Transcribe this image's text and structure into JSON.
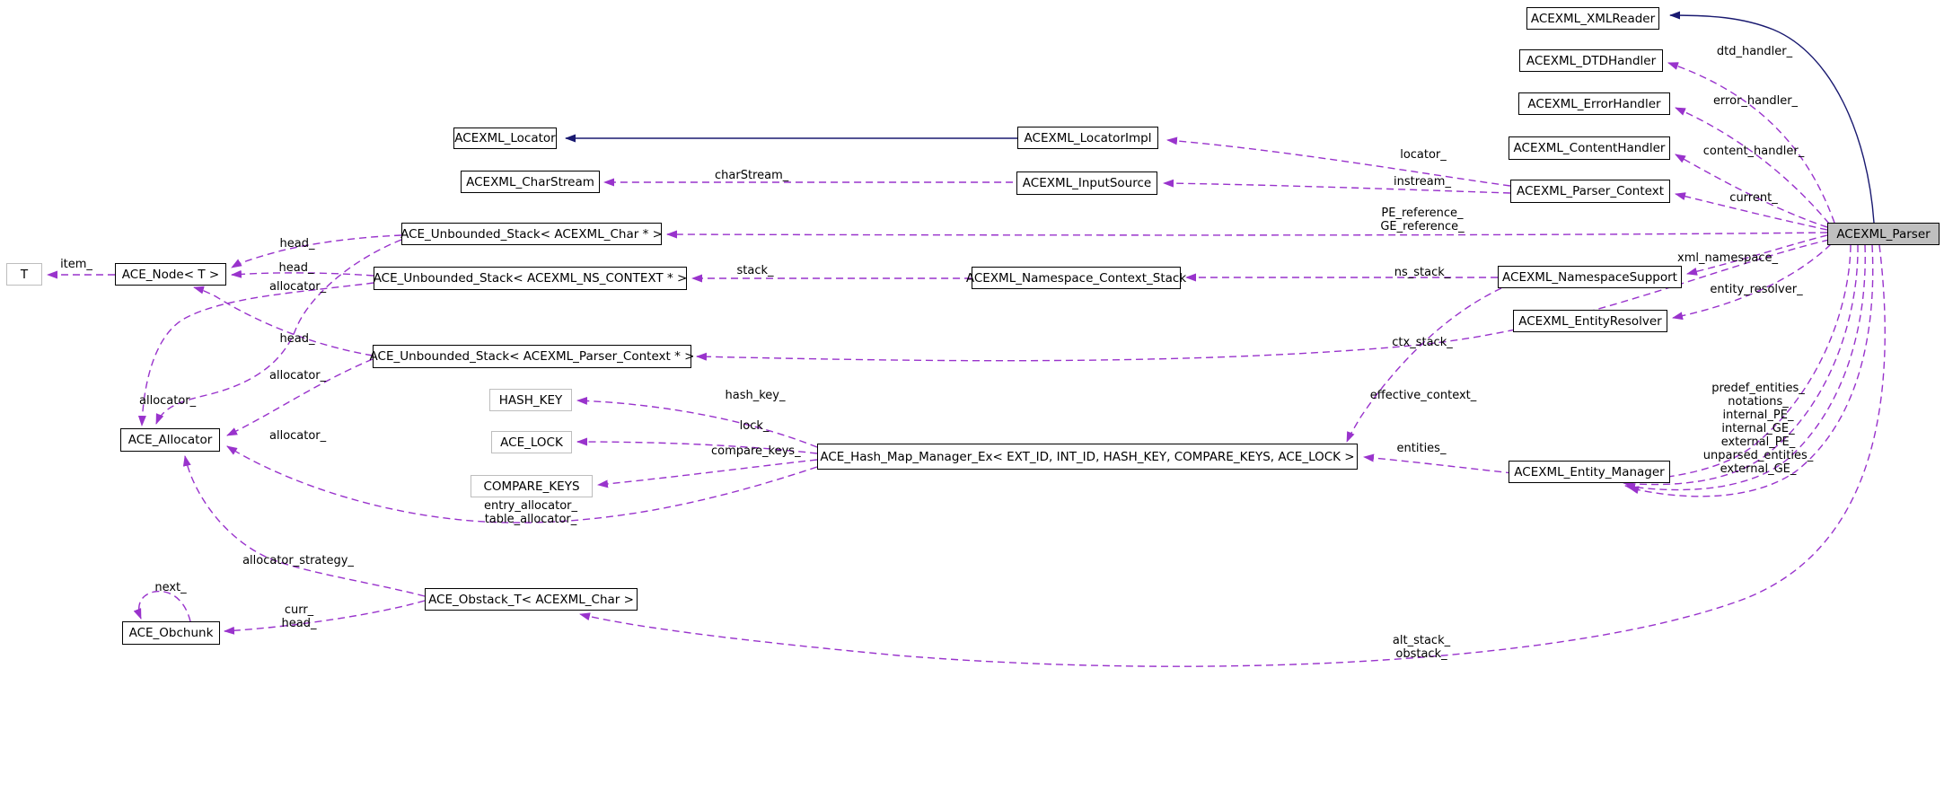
{
  "diagram": {
    "type": "doxygen-collaboration-graph",
    "selected_node": "ACEXML_Parser"
  },
  "colors": {
    "edge_dashed": "#9933cc",
    "edge_solid": "#191970",
    "node_border": "#000000",
    "template_param_border": "#bdbdbd",
    "selected_fill": "#bfbfbf",
    "background": "#ffffff"
  },
  "nodes": {
    "t_param": "T",
    "ace_node": "ACE_Node< T >",
    "ace_allocator": "ACE_Allocator",
    "ace_obchunk": "ACE_Obchunk",
    "ace_obstack": "ACE_Obstack_T< ACEXML_Char >",
    "locator": "ACEXML_Locator",
    "charstream": "ACEXML_CharStream",
    "stack_char": "ACE_Unbounded_Stack< ACEXML_Char * >",
    "stack_ns": "ACE_Unbounded_Stack< ACEXML_NS_CONTEXT * >",
    "stack_pc": "ACE_Unbounded_Stack< ACEXML_Parser_Context * >",
    "hash_key": "HASH_KEY",
    "ace_lock": "ACE_LOCK",
    "compare_keys": "COMPARE_KEYS",
    "hashmap": "ACE_Hash_Map_Manager_Ex< EXT_ID, INT_ID, HASH_KEY, COMPARE_KEYS, ACE_LOCK >",
    "locatorimpl": "ACEXML_LocatorImpl",
    "inputsource": "ACEXML_InputSource",
    "ns_ctx_stack": "ACEXML_Namespace_Context_Stack",
    "xmlreader": "ACEXML_XMLReader",
    "dtdhandler": "ACEXML_DTDHandler",
    "errorhandler": "ACEXML_ErrorHandler",
    "contenthandler": "ACEXML_ContentHandler",
    "parser_context": "ACEXML_Parser_Context",
    "namespacesupport": "ACEXML_NamespaceSupport",
    "entityresolver": "ACEXML_EntityResolver",
    "entity_manager": "ACEXML_Entity_Manager",
    "parser": "ACEXML_Parser"
  },
  "edge_labels": {
    "item": "item_",
    "head1": "head_",
    "head2": "head_",
    "head3": "head_",
    "allocator1": "allocator_",
    "allocator2": "allocator_",
    "allocator3": "allocator_",
    "allocator4": "allocator_",
    "charstream": "charStream_",
    "stack": "stack_",
    "hash_key": "hash_key_",
    "lock": "lock_",
    "compare_keys": "compare_keys_",
    "entry_table": "entry_allocator_\ntable_allocator_",
    "allocator_strategy": "allocator_strategy_",
    "next": "next_",
    "curr_head": "curr_\nhead_",
    "alt_obstack": "alt_stack_\nobstack_",
    "locator": "locator_",
    "instream": "instream_",
    "pe_ge": "PE_reference_\nGE_reference_",
    "ns_stack": "ns_stack_",
    "ctx_stack": "ctx_stack_",
    "effective_context": "effective_context_",
    "entities": "entities_",
    "xml_namespace": "xml_namespace_",
    "entity_resolver": "entity_resolver_",
    "current": "current_",
    "content_handler": "content_handler_",
    "error_handler": "error_handler_",
    "dtd_handler": "dtd_handler_",
    "predef_block": "predef_entities_\nnotations_\ninternal_PE_\ninternal_GE_\nexternal_PE_\nunparsed_entities_\nexternal_GE_"
  }
}
